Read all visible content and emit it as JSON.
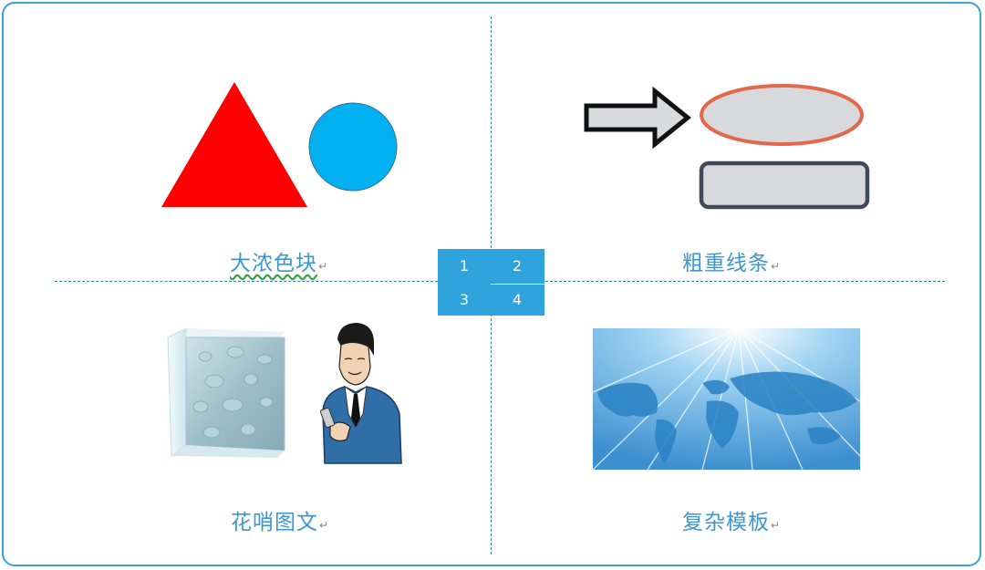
{
  "quadrants": [
    {
      "number": "1",
      "caption": "大浓色块"
    },
    {
      "number": "2",
      "caption": "粗重线条"
    },
    {
      "number": "3",
      "caption": "花哨图文"
    },
    {
      "number": "4",
      "caption": "复杂模板"
    }
  ],
  "caption_mark": "↵",
  "colors": {
    "frame": "#3aa3d8",
    "triangle": "#ff0000",
    "circle": "#00b0f0",
    "caption": "#3a97cf",
    "grid": "#2ea3dc"
  },
  "icons": [
    "triangle-shape",
    "circle-shape",
    "arrow-shape",
    "ellipse-shape",
    "rounded-rect-shape",
    "ice-block-icon",
    "businessman-icon",
    "world-map-template"
  ]
}
